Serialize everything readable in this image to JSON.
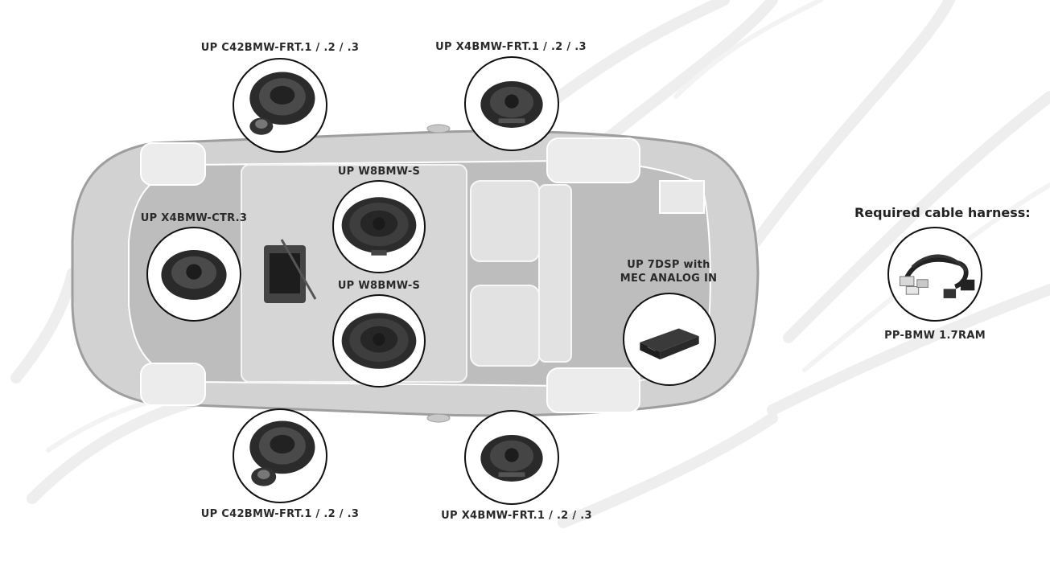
{
  "diagram": {
    "labels": {
      "front_left_component": "UP C42BMW-FRT.1 / .2 / .3",
      "front_right_speaker": "UP X4BMW-FRT.1 / .2 / .3",
      "center_speaker": "UP X4BMW-CTR.3",
      "subwoofer_front": "UP W8BMW-S",
      "subwoofer_rear": "UP W8BMW-S",
      "dsp_line1": "UP 7DSP with",
      "dsp_line2": "MEC ANALOG IN",
      "rear_left_component": "UP C42BMW-FRT.1 / .2 / .3",
      "rear_right_speaker": "UP X4BMW-FRT.1 / .2 / .3"
    },
    "harness": {
      "title": "Required cable harness:",
      "part": "PP-BMW 1.7RAM"
    }
  }
}
